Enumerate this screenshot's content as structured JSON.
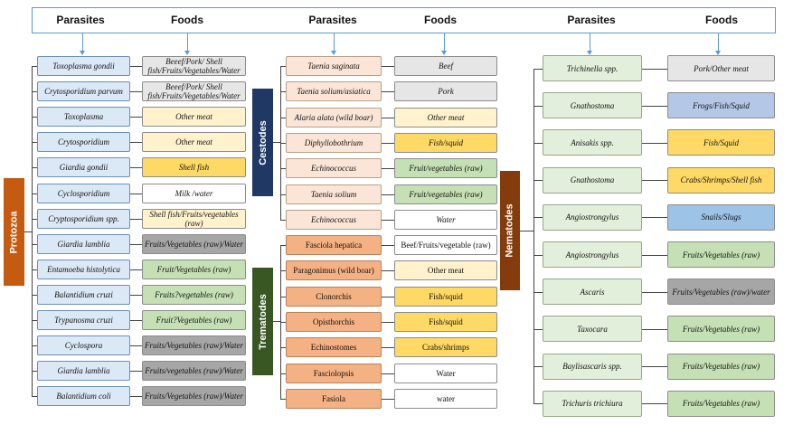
{
  "headers": {
    "protozoa_parasites": "Parasites",
    "protozoa_foods": "Foods",
    "cestode_parasites": "Parasites",
    "cestode_foods": "Foods",
    "nematode_parasites": "Parasites",
    "nematode_foods": "Foods"
  },
  "categories": {
    "protozoa": "Protozoa",
    "cestodes": "Cestodes",
    "trematodes": "Trematodes",
    "nematodes": "Nematodes"
  },
  "colors": {
    "protozoa": "#c55a11",
    "cestodes": "#1f3864",
    "trematodes": "#385723",
    "nematodes": "#843c0c",
    "header_border": "#5b9bd5",
    "food_colors": {
      "gray": "#e7e6e6",
      "cream": "#fff2cc",
      "yellow": "#ffd966",
      "white": "#ffffff",
      "green": "#c5e0b4",
      "darkgray": "#a6a6a6",
      "blue": "#9dc3e6",
      "periwinkle": "#b4c7e7"
    }
  },
  "protozoa": [
    {
      "parasite": "Toxoplasma gondii",
      "food": "Beeef/Pork/ Shell fish/Fruits/Vegetables/Water",
      "food_color": "gray"
    },
    {
      "parasite": "Crytosporidium parvum",
      "food": "Beeef/Pork/ Shell fish/Fruits/Vegetables/Water",
      "food_color": "gray"
    },
    {
      "parasite": "Toxoplasma",
      "food": "Other meat",
      "food_color": "cream"
    },
    {
      "parasite": "Crytosporidium",
      "food": "Other meat",
      "food_color": "cream"
    },
    {
      "parasite": "Giardia gondii",
      "food": "Shell fish",
      "food_color": "yellow"
    },
    {
      "parasite": "Cyclosporidium",
      "food": "Milk /water",
      "food_color": "white"
    },
    {
      "parasite": "Cryptosporidium spp.",
      "food": "Shell fish/Fruits/vegetables (raw)",
      "food_color": "cream"
    },
    {
      "parasite": "Giardia lamblia",
      "food": "Fruits/Vegetables (raw)/Water",
      "food_color": "darkgray"
    },
    {
      "parasite": "Entamoeba histolytica",
      "food": "Fruit/Vegetables (raw)",
      "food_color": "green"
    },
    {
      "parasite": "Balantidium cruzi",
      "food": "Fruits?vegetables (raw)",
      "food_color": "green"
    },
    {
      "parasite": "Trypanosma cruzi",
      "food": "Fruit?Vegetables (raw)",
      "food_color": "green"
    },
    {
      "parasite": "Cyclospora",
      "food": "Fruits/Vegetables (raw)/Water",
      "food_color": "darkgray"
    },
    {
      "parasite": "Giardia lamblia",
      "food": "Fruits/vegetables (raw)/Water",
      "food_color": "darkgray"
    },
    {
      "parasite": "Balantidium coli",
      "food": "Fruits/Vegetables (raw)/Water",
      "food_color": "darkgray"
    }
  ],
  "cestodes": [
    {
      "parasite": "Taenia saginata",
      "food": "Beef",
      "food_color": "gray"
    },
    {
      "parasite": "Taenia solium/asiatica",
      "food": "Pork",
      "food_color": "gray"
    },
    {
      "parasite": "Alaria alata (wild boar)",
      "food": "Other meat",
      "food_color": "cream"
    },
    {
      "parasite": "Diphyllobothrium",
      "food": "Fish/squid",
      "food_color": "yellow"
    },
    {
      "parasite": "Echinococcus",
      "food": "Fruit/vegetables (raw)",
      "food_color": "green"
    },
    {
      "parasite": "Taenia solium",
      "food": "Fruit/vegetables (raw)",
      "food_color": "green"
    },
    {
      "parasite": "Echinococcus",
      "food": "Water",
      "food_color": "white"
    }
  ],
  "trematodes": [
    {
      "parasite": "Fasciola hepatica",
      "food": "Beef/Fruits/vegetable (raw)",
      "food_color": "white"
    },
    {
      "parasite": "Paragonimus (wild boar)",
      "food": "Other meat",
      "food_color": "cream"
    },
    {
      "parasite": "Clonorchis",
      "food": "Fish/squid",
      "food_color": "yellow"
    },
    {
      "parasite": "Opisthorchis",
      "food": "Fish/squid",
      "food_color": "yellow"
    },
    {
      "parasite": "Echinostomes",
      "food": "Crabs/shrimps",
      "food_color": "yellow"
    },
    {
      "parasite": "Fasciolopsis",
      "food": "Water",
      "food_color": "white"
    },
    {
      "parasite": "Fasiola",
      "food": "water",
      "food_color": "white"
    }
  ],
  "nematodes": [
    {
      "parasite": "Trichinella spp.",
      "food": "Pork/Other meat",
      "food_color": "gray"
    },
    {
      "parasite": "Gnathostoma",
      "food": "Frogs/Fish/Squid",
      "food_color": "periwinkle"
    },
    {
      "parasite": "Anisakis spp.",
      "food": "Fish/Squid",
      "food_color": "yellow"
    },
    {
      "parasite": "Gnathostoma",
      "food": "Crabs/Shrimps/Shell fish",
      "food_color": "yellow"
    },
    {
      "parasite": "Angiostrongylus",
      "food": "Snails/Slugs",
      "food_color": "blue"
    },
    {
      "parasite": "Angiostrongylus",
      "food": "Fruits/Vegetables (raw)",
      "food_color": "green"
    },
    {
      "parasite": "Ascaris",
      "food": "Fruits/Vegetables (raw)/water",
      "food_color": "darkgray"
    },
    {
      "parasite": "Taxocara",
      "food": "Fruits/Vegetables (raw)",
      "food_color": "green"
    },
    {
      "parasite": "Baylisascaris spp.",
      "food": "Fruits/Vegetables (raw)",
      "food_color": "green"
    },
    {
      "parasite": "Trichuris trichiura",
      "food": "Fruits/Vegetables (raw)",
      "food_color": "green"
    }
  ]
}
